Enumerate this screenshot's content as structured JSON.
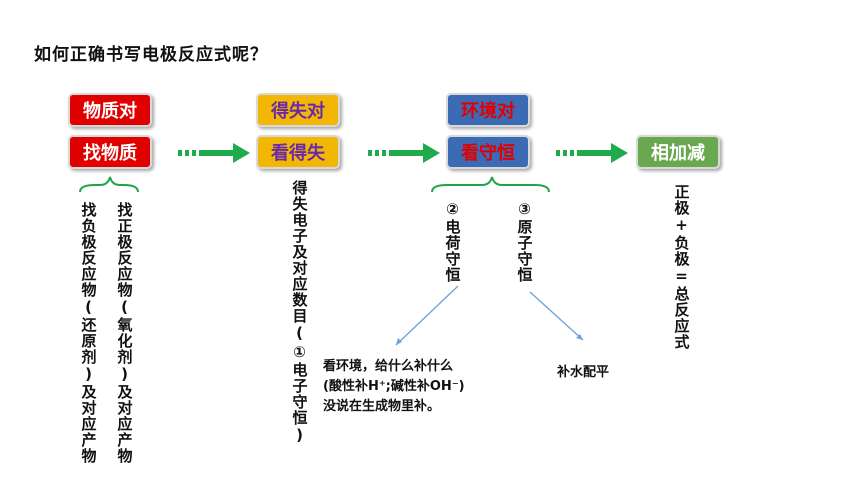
{
  "title": "如何正确书写电极反应式呢？",
  "step1": {
    "top_label": "物质对",
    "bottom_label": "找物质"
  },
  "step2": {
    "top_label": "得失对",
    "bottom_label": "看得失"
  },
  "step3": {
    "top_label": "环境对",
    "bottom_label": "看守恒"
  },
  "step4": {
    "label": "相加减"
  },
  "notes": {
    "positive_electrode": "找正极反应物(氧化剂)及对应产物",
    "negative_electrode": "找负极反应物(还原剂)及对应产物",
    "electron_conservation": "得失电子及对应数目(①电子守恒)",
    "charge_conservation": "②电荷守恒",
    "atom_conservation": "③原子守恒",
    "environment_line1": "看环境，给什么补什么",
    "environment_line2": "(酸性补H⁺;碱性补OH⁻)",
    "environment_line3": "没说在生成物里补。",
    "water_balance": "补水配平",
    "total": "正极+负极=总反应式"
  },
  "colors": {
    "red": "#e00000",
    "gold": "#f2b705",
    "purple": "#6a2aa8",
    "blue": "#3b6bb5",
    "green": "#6aa84f",
    "arrow_green": "#1faa4b",
    "bracket_green": "#22a34a",
    "line_blue": "#6fa0dd"
  }
}
